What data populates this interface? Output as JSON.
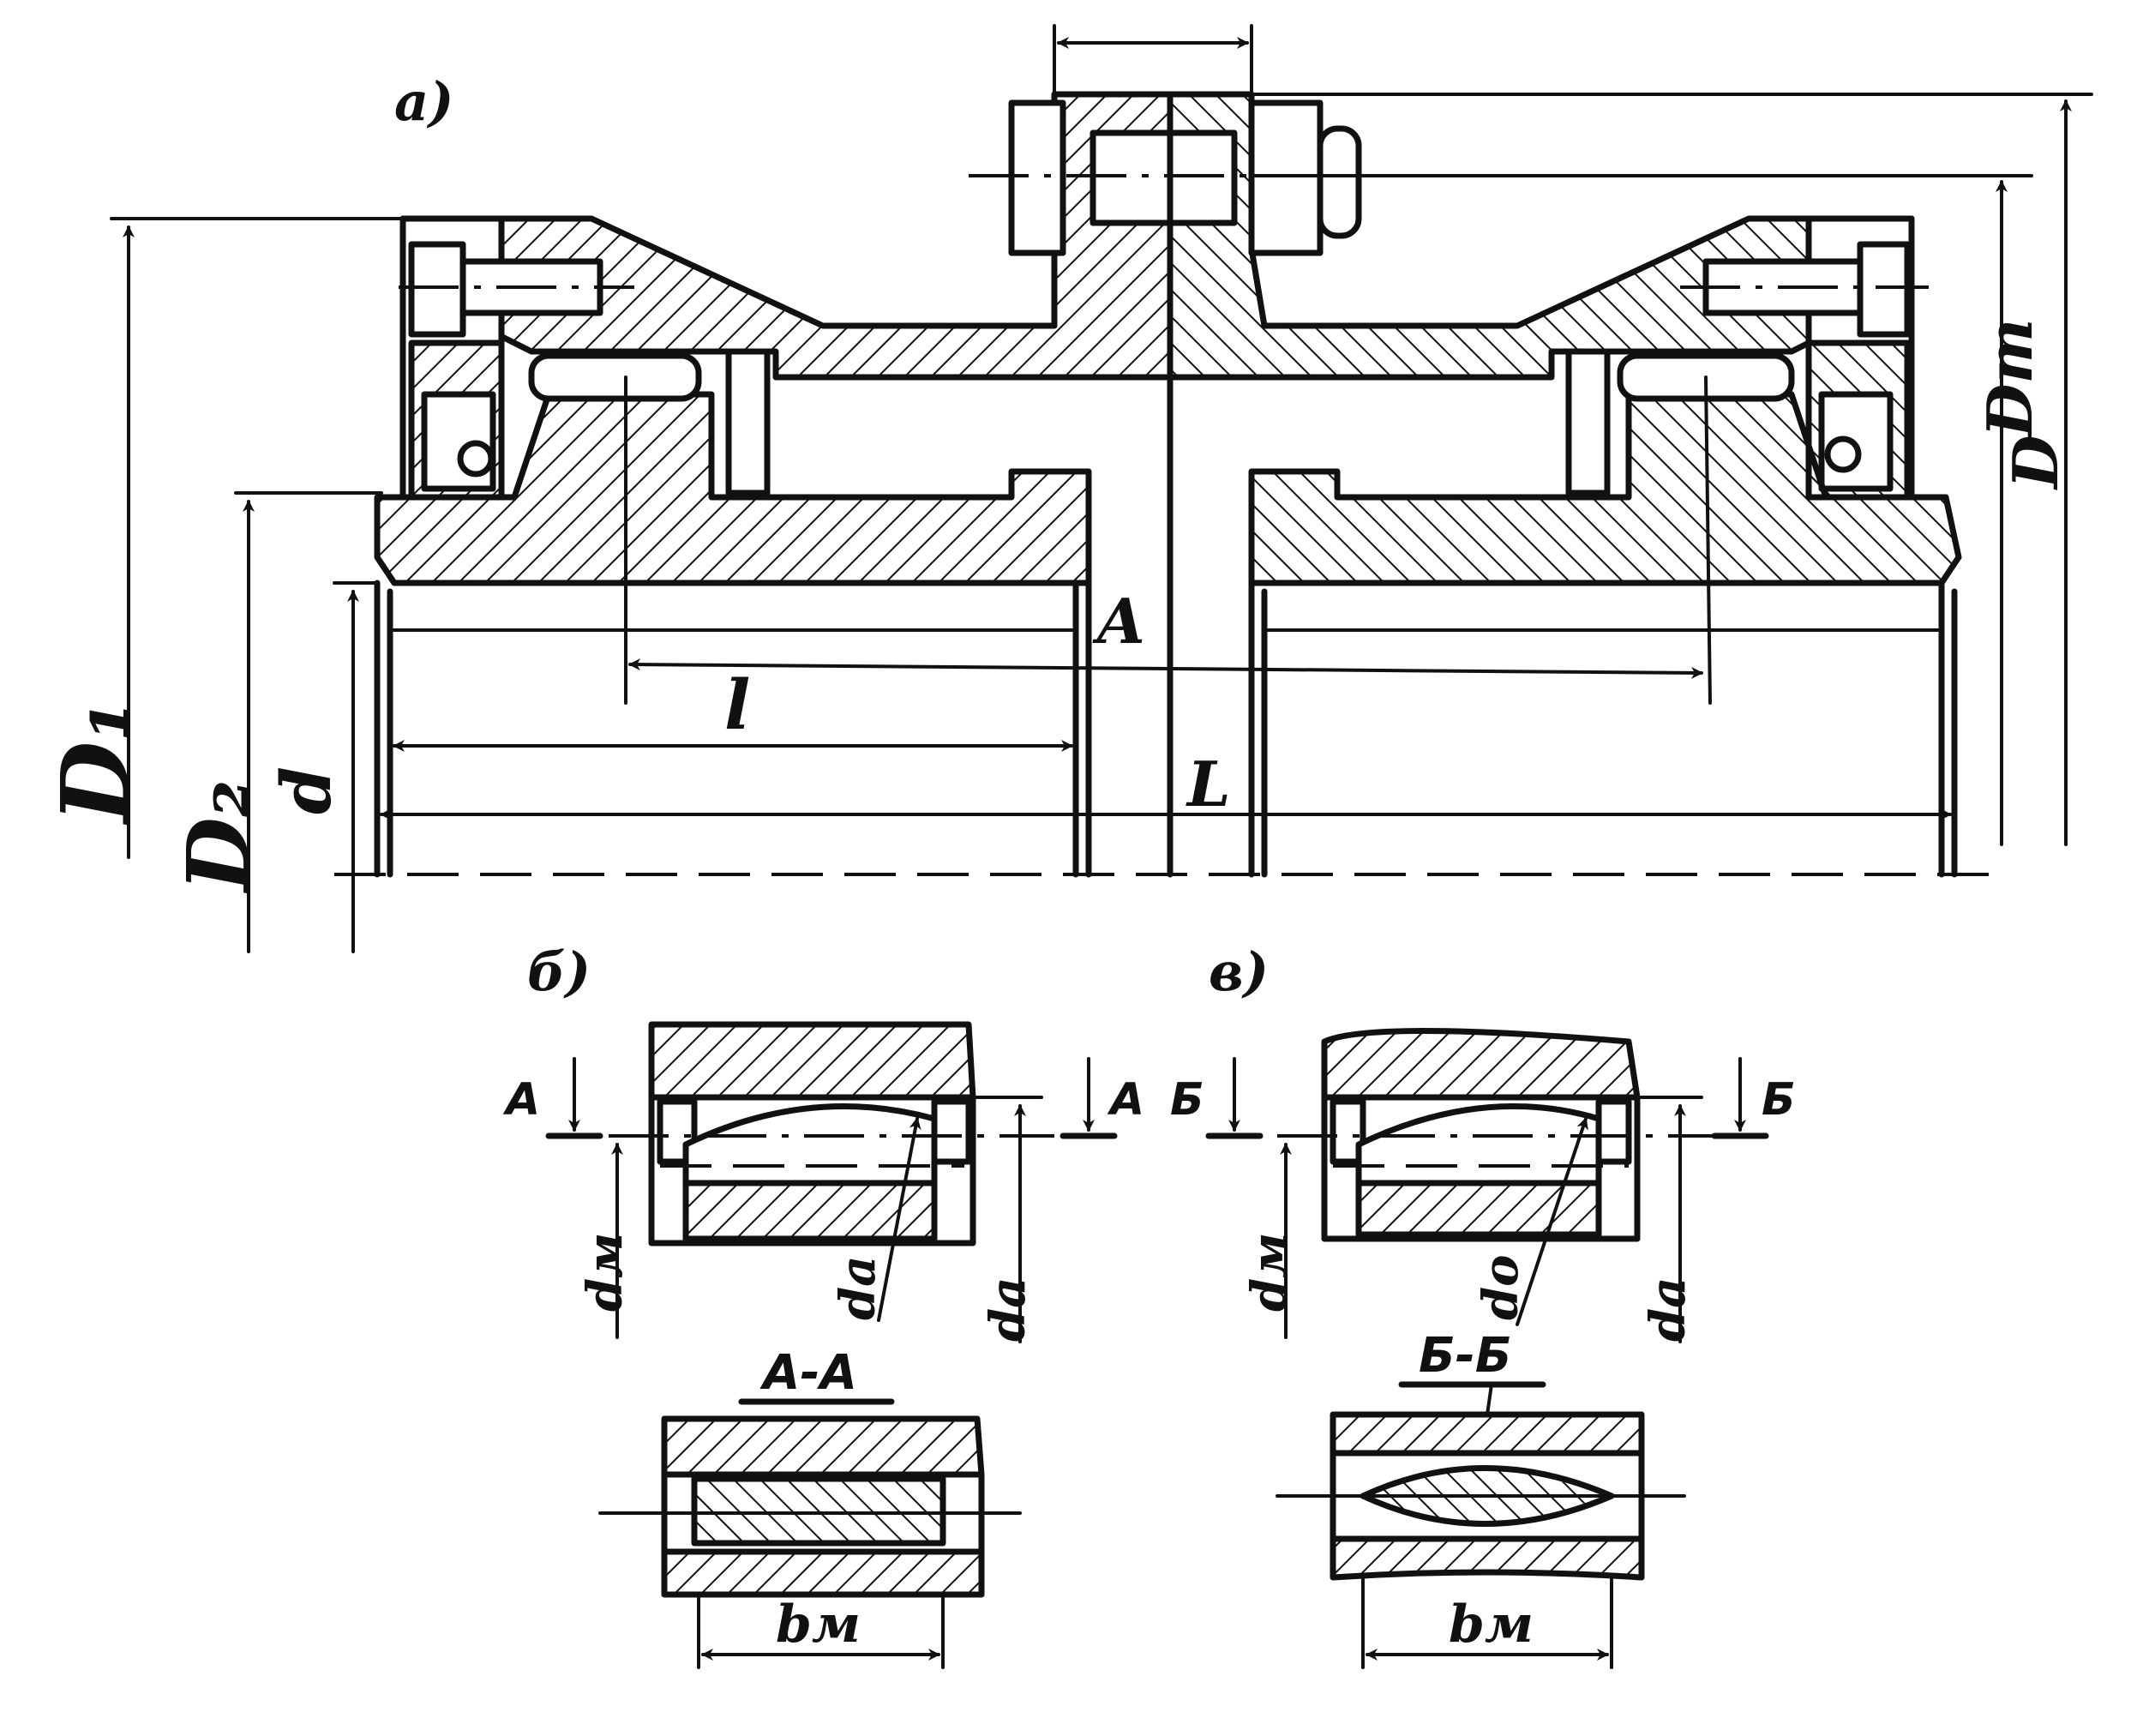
{
  "views": {
    "a": {
      "label": "а)"
    },
    "b": {
      "label": "б)"
    },
    "v": {
      "label": "в)"
    }
  },
  "dimensions": {
    "D1": "D₁",
    "D2": "D₂",
    "d": "d",
    "l": "l",
    "L": "L",
    "Dm": "Dm",
    "D": "D",
    "A": "A"
  },
  "section_b": {
    "cut_left": "A",
    "cut_right": "A",
    "dm": "dм",
    "da_inner": "dа",
    "da_outer": "dа",
    "section_title": "А-А",
    "bm": "bм"
  },
  "section_v": {
    "cut_left": "Б",
    "cut_right": "Б",
    "dm": "dм",
    "da_inner": "dо",
    "da_outer": "dа",
    "section_title": "Б-Б",
    "bm": "bм"
  }
}
